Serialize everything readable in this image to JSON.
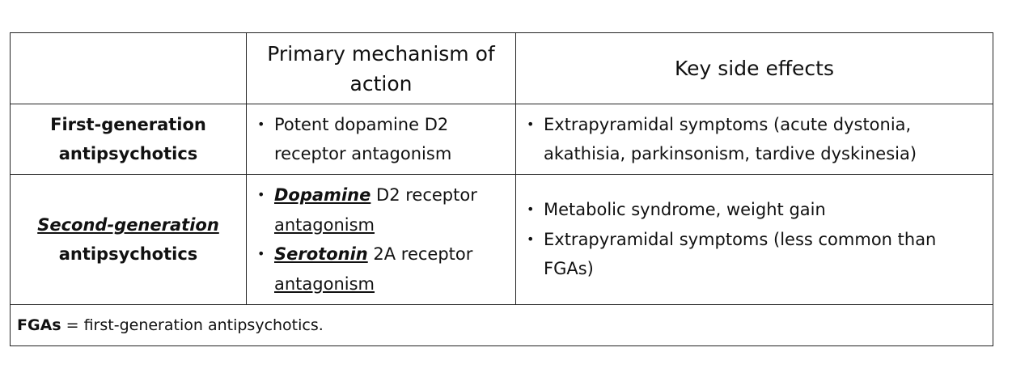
{
  "table": {
    "headers": [
      "",
      "Primary mechanism of action",
      "Key side effects"
    ],
    "rows": [
      {
        "label_prefix": "",
        "label_line1": "First-generation",
        "label_line2": "antipsychotics",
        "mechanisms": [
          {
            "term": "",
            "text": "Potent dopamine D2",
            "text2": "receptor antagonism"
          }
        ],
        "side_effects": [
          {
            "line1": "Extrapyramidal symptoms (acute dystonia,",
            "line2": "akathisia, parkinsonism, tardive dyskinesia)"
          }
        ]
      },
      {
        "label_line1": "Second-generation",
        "label_line2": "antipsychotics",
        "mechanisms": [
          {
            "term": "Dopamine",
            "text": " D2 receptor",
            "text2": "antagonism"
          },
          {
            "term": "Serotonin",
            "text": " 2A receptor",
            "text2": "antagonism"
          }
        ],
        "side_effects": [
          {
            "line1": "Metabolic syndrome, weight gain",
            "line2": ""
          },
          {
            "line1": "Extrapyramidal symptoms (less common than",
            "line2": "FGAs)"
          }
        ]
      }
    ],
    "footnote": {
      "abbr": "FGAs",
      "text": " = first-generation antipsychotics."
    }
  },
  "bullet_glyph": "•"
}
